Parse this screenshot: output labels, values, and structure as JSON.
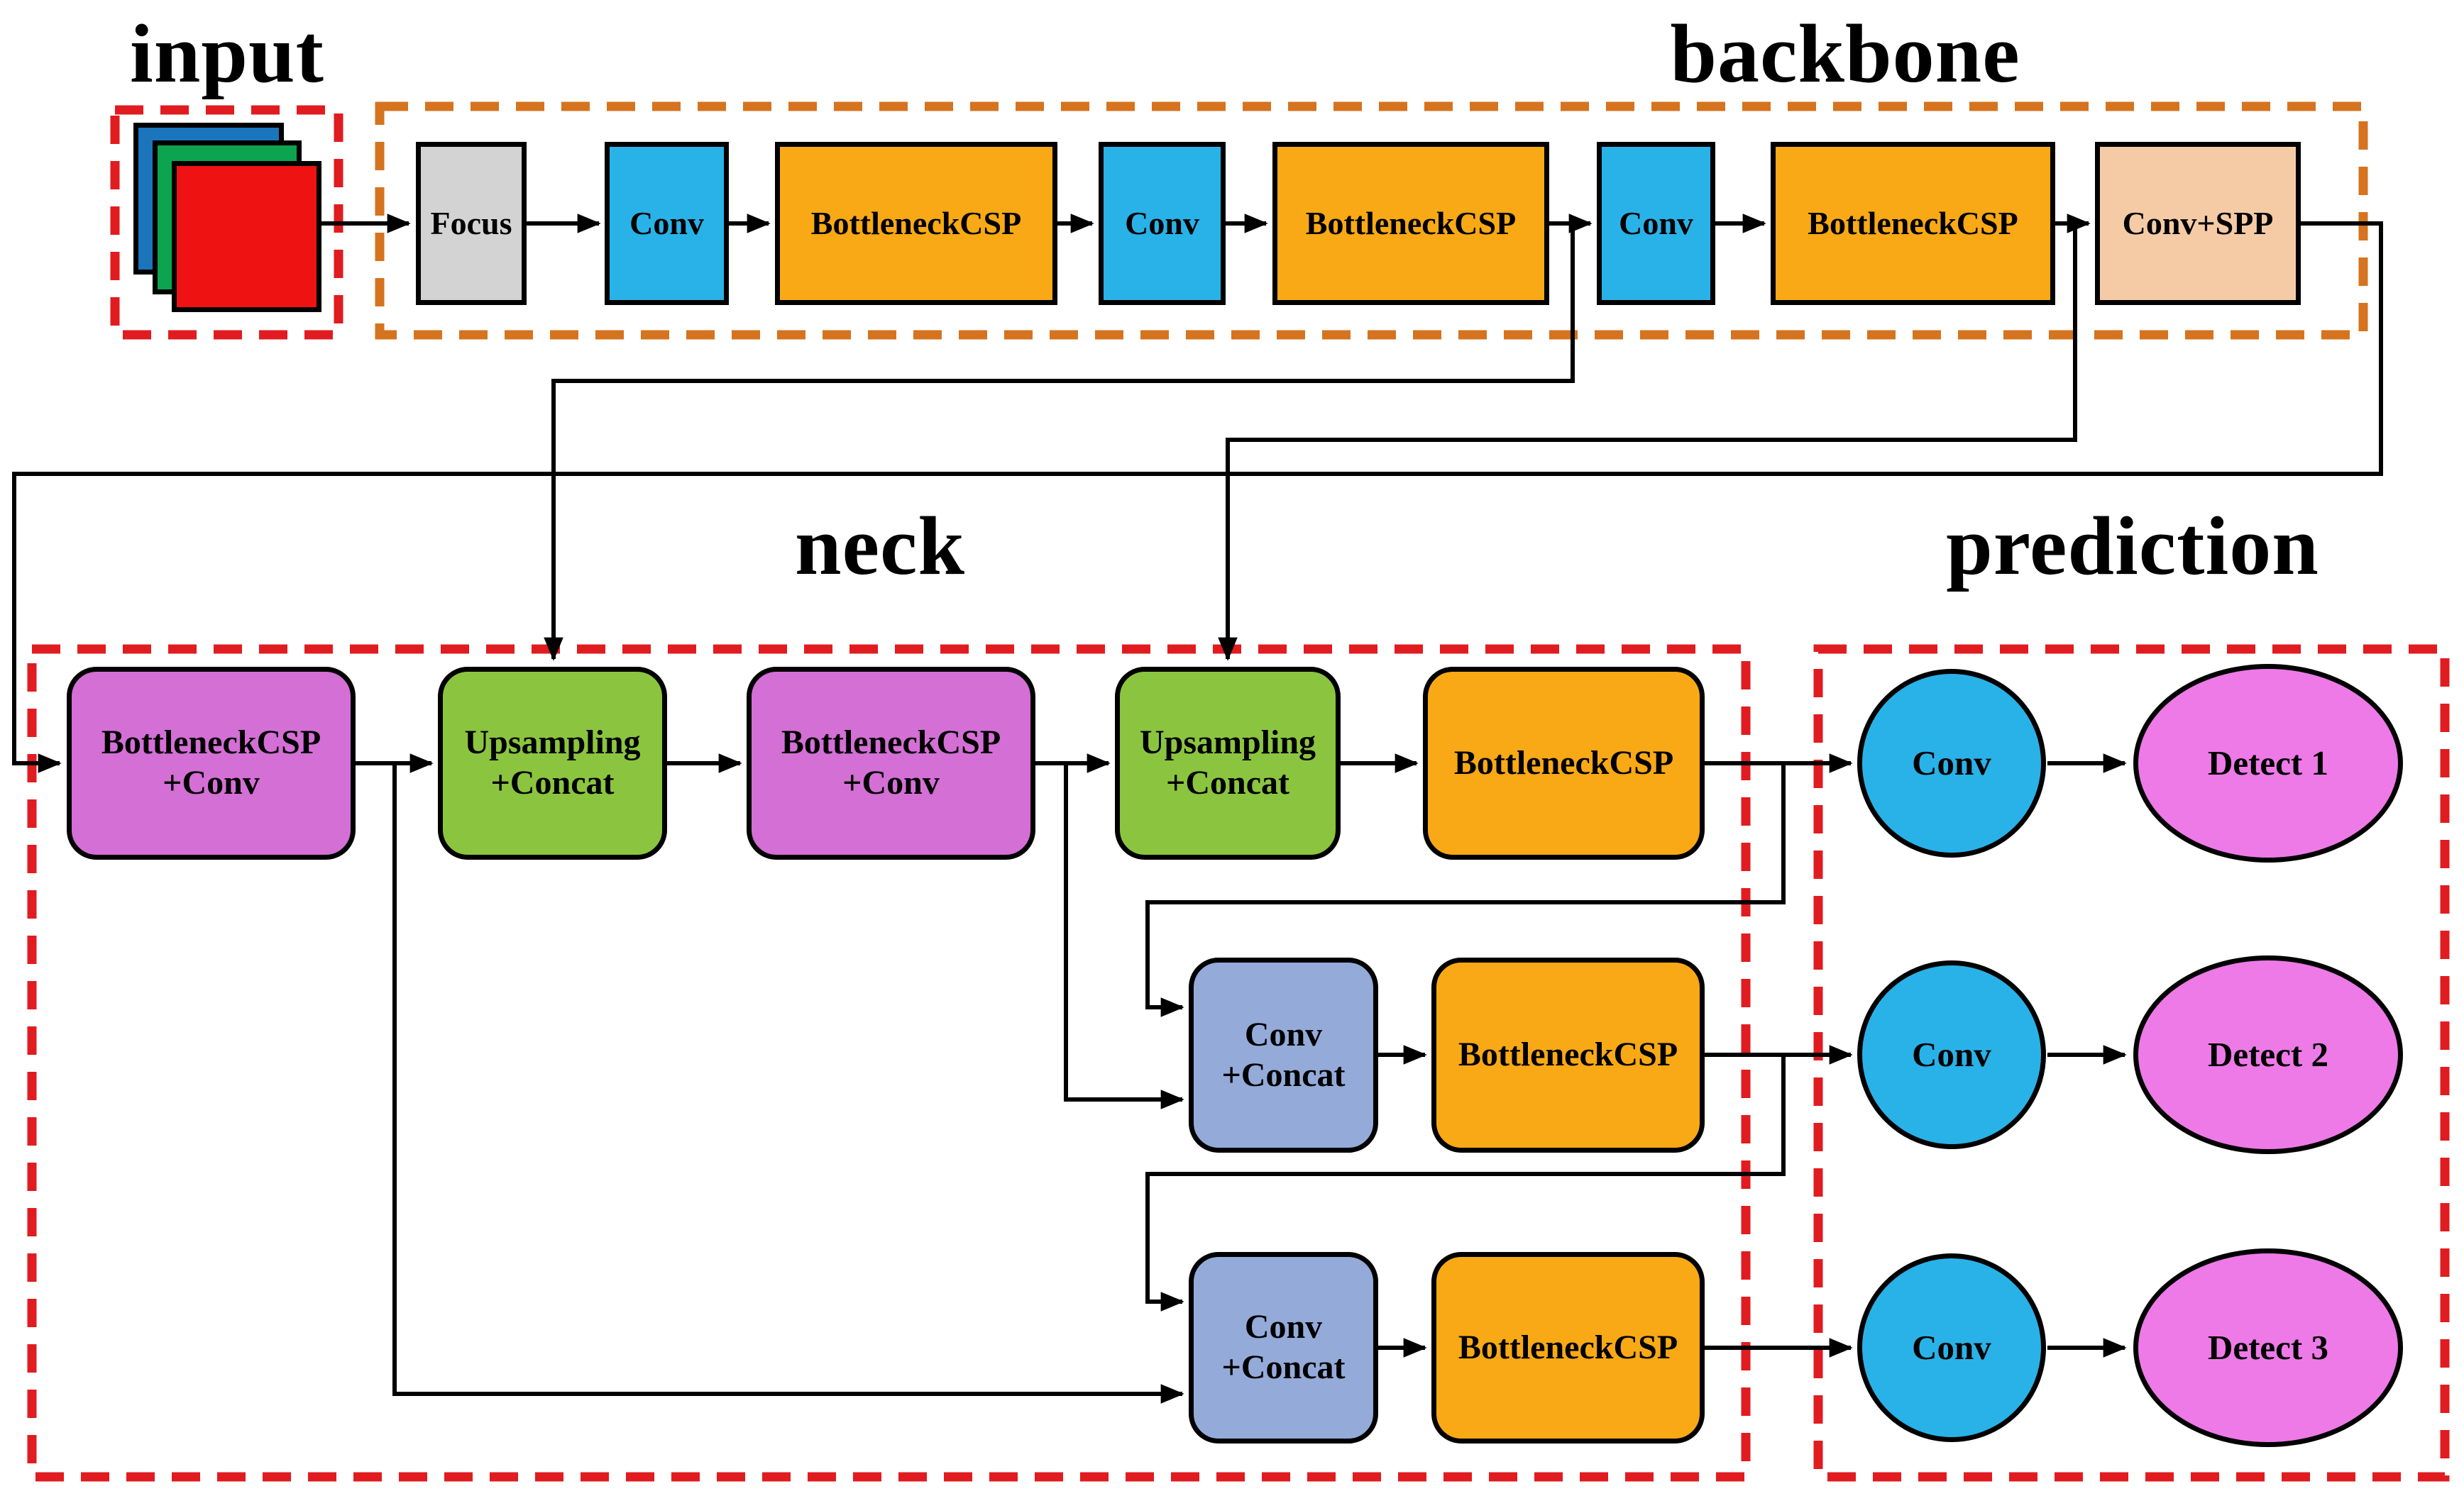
{
  "titles": {
    "input": "input",
    "backbone": "backbone",
    "neck": "neck",
    "prediction": "prediction"
  },
  "input": {
    "image_stack_layers": [
      "blue-channel",
      "green-channel",
      "red-channel"
    ]
  },
  "backbone": {
    "blocks": [
      "Focus",
      "Conv",
      "BottleneckCSP",
      "Conv",
      "BottleneckCSP",
      "Conv",
      "BottleneckCSP",
      "Conv+SPP"
    ]
  },
  "neck": {
    "row1": [
      "BottleneckCSP\n+Conv",
      "Upsampling\n+Concat",
      "BottleneckCSP\n+Conv",
      "Upsampling\n+Concat",
      "BottleneckCSP"
    ],
    "row2": [
      "Conv\n+Concat",
      "BottleneckCSP"
    ],
    "row3": [
      "Conv\n+Concat",
      "BottleneckCSP"
    ]
  },
  "prediction": {
    "rows": [
      {
        "conv": "Conv",
        "detect": "Detect 1"
      },
      {
        "conv": "Conv",
        "detect": "Detect 2"
      },
      {
        "conv": "Conv",
        "detect": "Detect 3"
      }
    ]
  },
  "palette": {
    "focus": "#d3d3d3",
    "conv": "#29b2e8",
    "csp": "#f8a915",
    "spp": "#f5cba6",
    "purple": "#d46fd6",
    "green": "#8bc53f",
    "concat": "#94abd9",
    "detect": "#ee7ae8",
    "sq_blue": "#1b75bc",
    "sq_green": "#0ca44f",
    "sq_red": "#ee1212",
    "dash_red": "#e01c20",
    "dash_orange": "#d5731f",
    "line": "#000000"
  }
}
